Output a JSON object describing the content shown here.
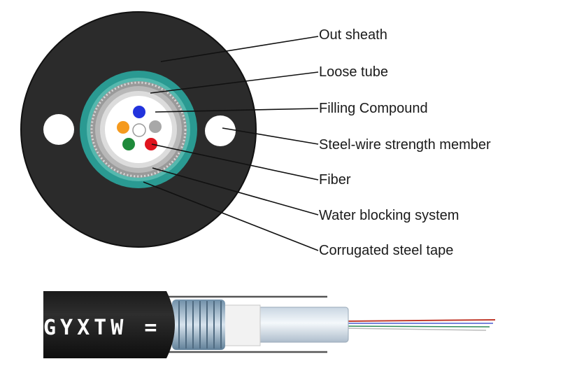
{
  "labels": {
    "out_sheath": "Out sheath",
    "loose_tube": "Loose tube",
    "filling_compound": "Filling Compound",
    "steel_wire": "Steel-wire strength member",
    "fiber": "Fiber",
    "water_blocking": "Water blocking system",
    "corrugated_tape": "Corrugated steel tape"
  },
  "cable": {
    "marking": "GYXTW ="
  },
  "colors": {
    "sheath": "#2b2b2b",
    "water_blocking": "#2a9a92",
    "steel_tape": "#9a9a9a",
    "loose_tube": "#bdbdbd",
    "fiber_blue": "#2233dd",
    "fiber_orange": "#f59a1e",
    "fiber_gray": "#a8a8a8",
    "fiber_green": "#1e8a3a",
    "fiber_red": "#e0141e",
    "fiber_white": "#ffffff"
  }
}
